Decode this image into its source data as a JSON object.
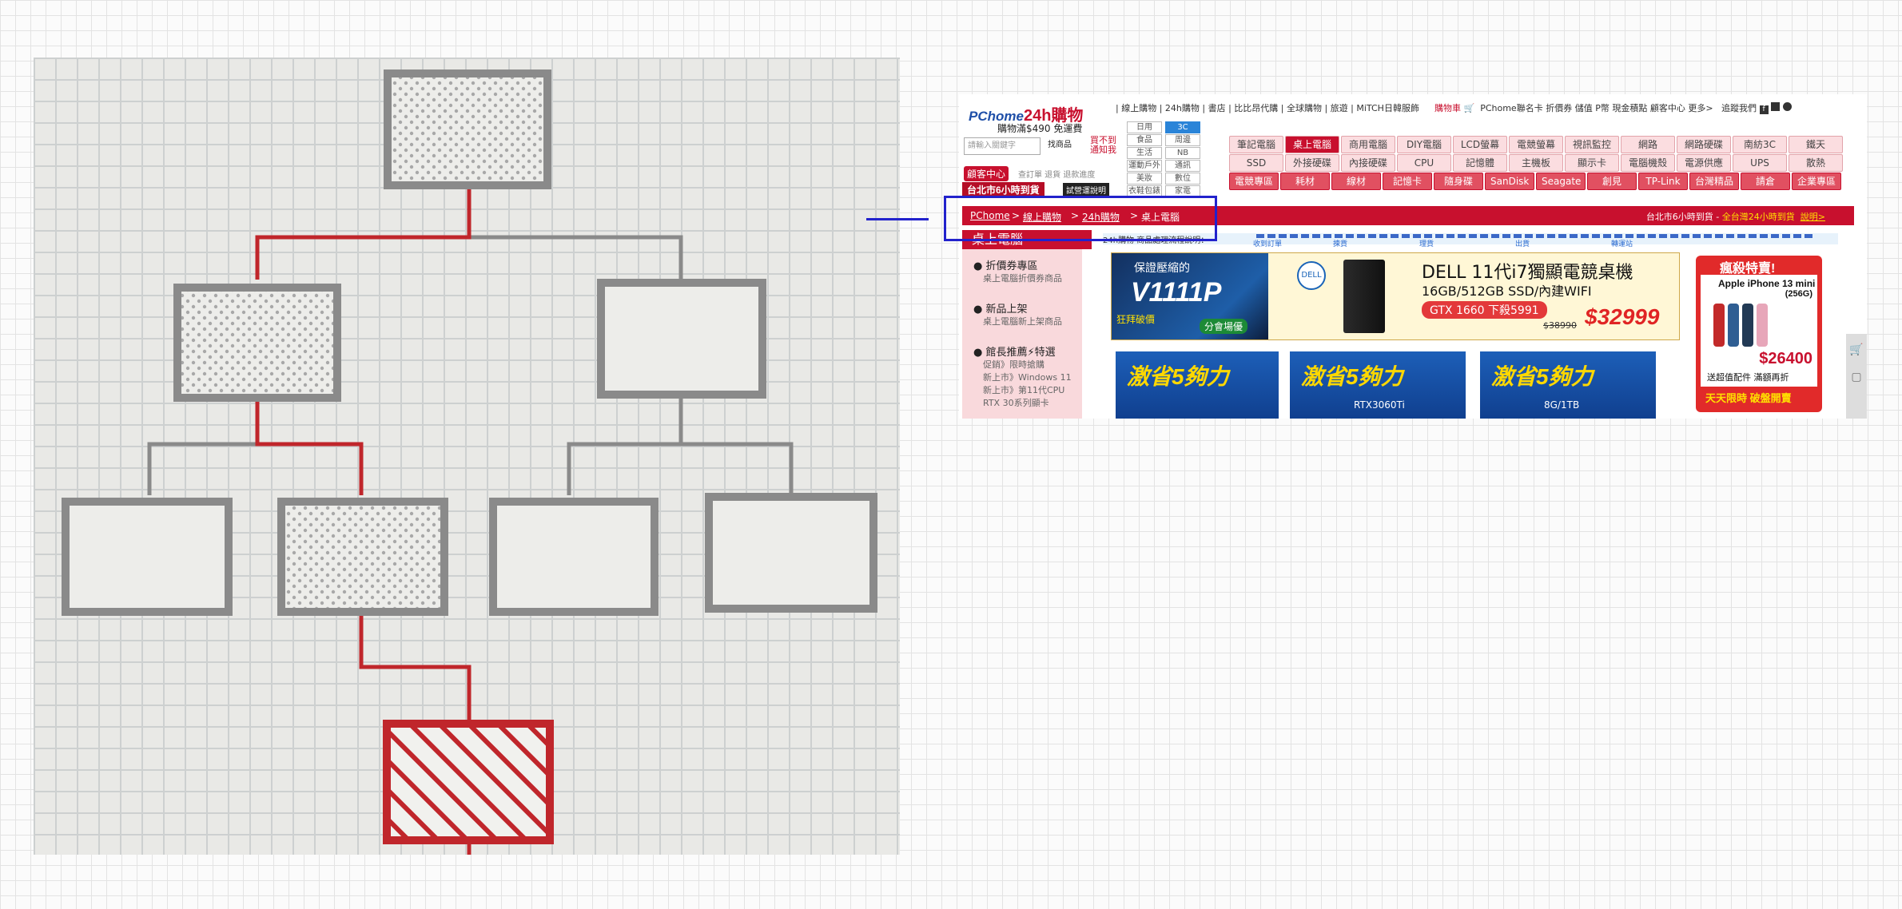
{
  "shop": {
    "logo_brand": "PChome",
    "logo_text": "24h購物",
    "free_shipping": "購物滿$490 免運費",
    "search_placeholder": "請輸入關鍵字",
    "search_button": "找商品",
    "notice_link": "買不到通知我",
    "service_center": "顧客中心",
    "service_links": "查訂單  退貨  退款進度",
    "city_fast": "台北市6小時到貨",
    "city_explain": "試營運說明",
    "top_nav": "| 線上購物 | 24h購物 | 書店 | 比比昂代購 | 全球購物 | 旅遊 | MiTCH日韓服飾",
    "cart_label": "購物車",
    "top_right": "PChome聯名卡  折價券  儲值  P幣  現金積點  顧客中心  更多>",
    "follow": "追蹤我們",
    "left_categories": [
      "日用",
      "食品",
      "生活",
      "運動戶外",
      "美妝",
      "衣鞋包錶"
    ],
    "right_categories": [
      "3C",
      "周邊",
      "NB",
      "通訊",
      "數位",
      "家電"
    ],
    "menu_row1": [
      "筆記電腦",
      "桌上電腦",
      "商用電腦",
      "DIY電腦",
      "LCD螢幕",
      "電競螢幕",
      "視訊監控",
      "網路",
      "網路硬碟",
      "南紡3C",
      "鐵天"
    ],
    "menu_row2": [
      "SSD",
      "外接硬碟 / SSD",
      "內接硬碟",
      "CPU",
      "記憶體",
      "主機板",
      "顯示卡",
      "電腦機殼",
      "電源供應器",
      "UPS",
      "散熱"
    ],
    "menu_row3": [
      "電競專區",
      "耗材",
      "線材",
      "記憶卡",
      "隨身碟",
      "SanDisk",
      "Seagate",
      "創見",
      "TP-Link",
      "台灣精品",
      "請倉",
      "企業專區"
    ],
    "breadcrumb": [
      "PChome",
      "線上購物",
      "24h購物",
      "桌上電腦"
    ],
    "breadcrumb_sep": ">",
    "delivery_note": "台北市6小時到貨 - ",
    "delivery_highlight": "全台灣24小時到貨",
    "delivery_link": "說明>",
    "side_header": "桌上電腦",
    "side_items": [
      {
        "title": "折價券專區",
        "sub": "桌上電腦折價券商品"
      },
      {
        "title": "新品上架",
        "sub": "桌上電腦新上架商品"
      },
      {
        "title": "館長推薦⚡特選",
        "sub": "促銷》限時搶購"
      }
    ],
    "side_extra": [
      "新上市》Windows 11",
      "新上市》第11代CPU",
      "RTX 30系列顯卡"
    ],
    "progress_label": "24h購物 商品處理流程說明：",
    "progress_stages": [
      "收到訂單",
      "揀貨",
      "理貨",
      "出貨",
      "轉運站"
    ],
    "banner_main": {
      "tagline": "保證壓縮的",
      "model": "V1111P",
      "promo": "狂拜破價",
      "installment": "分會場優",
      "brand": "DELL",
      "title": "DELL  11代i7獨顯電競桌機",
      "spec": "16GB/512GB SSD/內建WIFI",
      "gpu": "GTX 1660 下殺5991",
      "old_price": "$38990",
      "price": "$32999"
    },
    "banner_side": {
      "head": "瘋殺特賣!",
      "name": "Apple iPhone 13 mini",
      "capacity": "(256G)",
      "price": "$26400",
      "gift": "送超值配件 滿額再折",
      "foot": "天天限時  破盤開賣"
    },
    "promos": [
      {
        "title": "激省5夠力",
        "sub": ""
      },
      {
        "title": "激省5夠力",
        "sub": "RTX3060Ti"
      },
      {
        "title": "激省5夠力",
        "sub": "8G/1TB"
      }
    ]
  },
  "colors": {
    "brand": "#c8102e",
    "highlight": "#2222cc",
    "diagram_line": "#c0262b",
    "diagram_box": "#8a8a8a"
  }
}
